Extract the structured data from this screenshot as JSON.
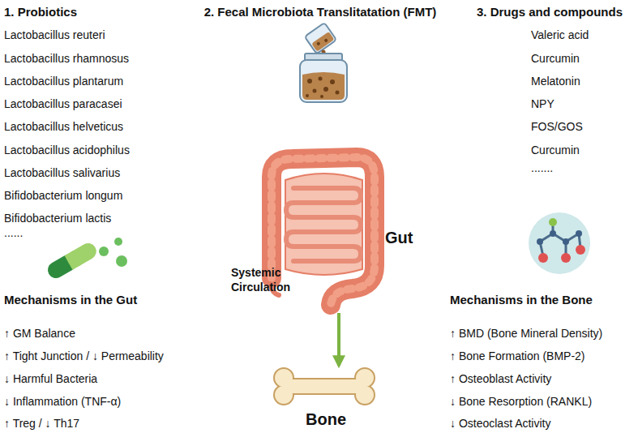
{
  "diagram": {
    "nodes": [
      {
        "text": [
          "Gut"
        ]
      },
      {
        "text": [
          "Bone"
        ]
      }
    ],
    "edges": [
      {
        "from": 0,
        "to": 1,
        "arrow": "to",
        "label": "Systemic Circulation"
      }
    ],
    "labels": [
      "1. Probiotics",
      "2. Fecal Microbiota Translitatation (FMT)",
      "3. Drugs and compounds",
      "Lactobacillus reuteri",
      "Lactobacillus rhamnosus",
      "Lactobacillus plantarum",
      "Lactobacillus paracasei",
      "Lactobacillus helveticus",
      "Lactobacillus acidophilus",
      "Lactobacillus salivarius",
      "Bifidobacterium longum",
      "Bifidobacterium lactis",
      "......",
      "Valeric acid",
      "Curcumin",
      "Melatonin",
      "NPY",
      "FOS/GOS",
      "Curcumin",
      ".......",
      "Mechanisms in the Gut",
      "↑ GM Balance",
      "↑ Tight Junction / ↓ Permeability",
      "↓ Harmful Bacteria",
      "↓ Inflammation (TNF-α)",
      "↑ Treg / ↓ Th17",
      "Mechanisms in the Bone",
      "↑ BMD (Bone Mineral Density)",
      "↑ Bone Formation (BMP-2)",
      "↑ Osteoblast Activity",
      "↓ Bone Resorption (RANKL)",
      "↓ Osteoclast Activity"
    ]
  }
}
